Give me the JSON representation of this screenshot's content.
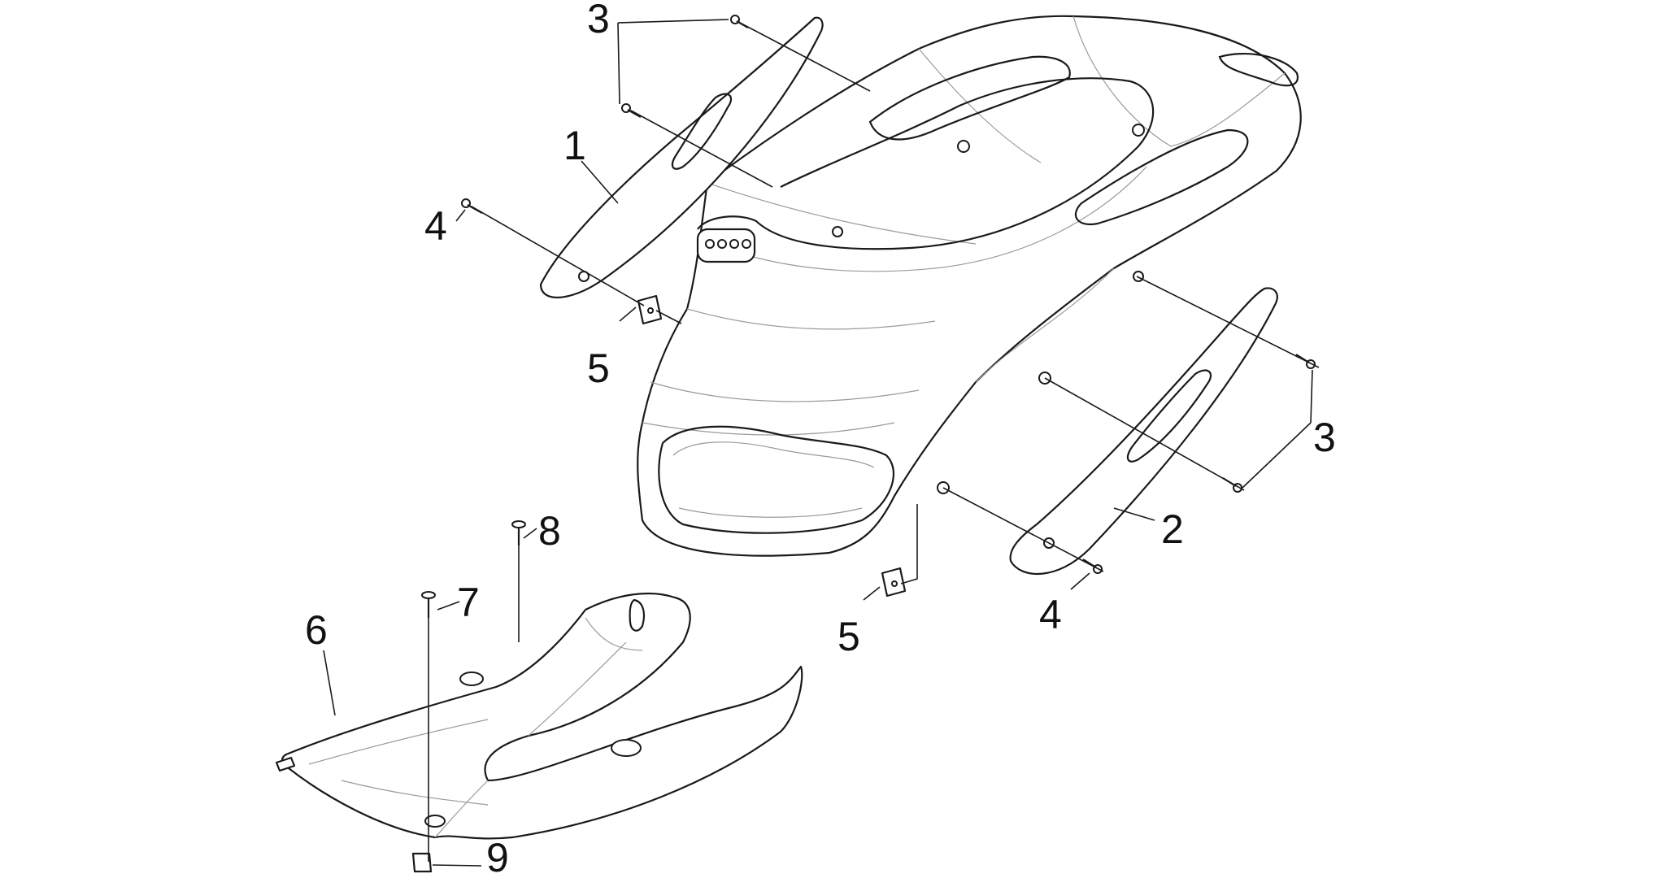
{
  "callouts": [
    "1",
    "2",
    "3",
    "3",
    "4",
    "4",
    "5",
    "5",
    "6",
    "7",
    "8",
    "9"
  ],
  "colors": {
    "line": "#1a1a1a",
    "detail": "#9a9a9a",
    "background": "#ffffff"
  }
}
